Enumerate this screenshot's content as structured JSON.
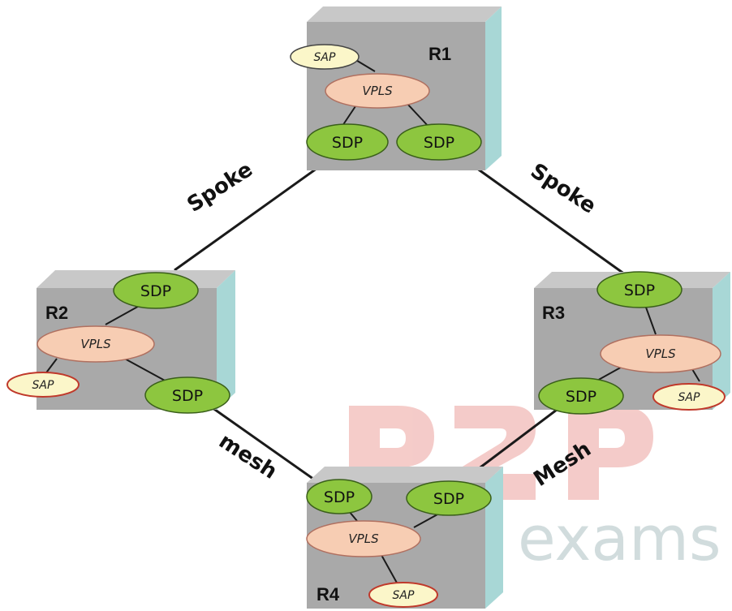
{
  "diagram": {
    "routers": [
      {
        "id": "r1",
        "label": "R1",
        "vpls": "VPLS",
        "sap": "SAP",
        "sdps": [
          "SDP",
          "SDP"
        ]
      },
      {
        "id": "r2",
        "label": "R2",
        "vpls": "VPLS",
        "sap": "SAP",
        "sdps": [
          "SDP",
          "SDP"
        ]
      },
      {
        "id": "r3",
        "label": "R3",
        "vpls": "VPLS",
        "sap": "SAP",
        "sdps": [
          "SDP",
          "SDP"
        ]
      },
      {
        "id": "r4",
        "label": "R4",
        "vpls": "VPLS",
        "sap": "SAP",
        "sdps": [
          "SDP",
          "SDP"
        ]
      }
    ],
    "links": [
      {
        "from": "R1",
        "to": "R2",
        "label": "Spoke"
      },
      {
        "from": "R1",
        "to": "R3",
        "label": "Spoke"
      },
      {
        "from": "R2",
        "to": "R4",
        "label": "mesh"
      },
      {
        "from": "R3",
        "to": "R4",
        "label": "Mesh"
      }
    ]
  },
  "watermark": {
    "logo_text": "P2P",
    "text": "exams",
    "logo_color": "#f3c3c0"
  },
  "colors": {
    "box_front": "#a9a9a9",
    "box_top": "#c8c8c8",
    "box_side": "#a8d7d6",
    "sdp_fill": "#8dc63f",
    "vpls_fill": "#f7cdb3",
    "sap_fill": "#fbf6c9",
    "line": "#1a1a1a"
  }
}
